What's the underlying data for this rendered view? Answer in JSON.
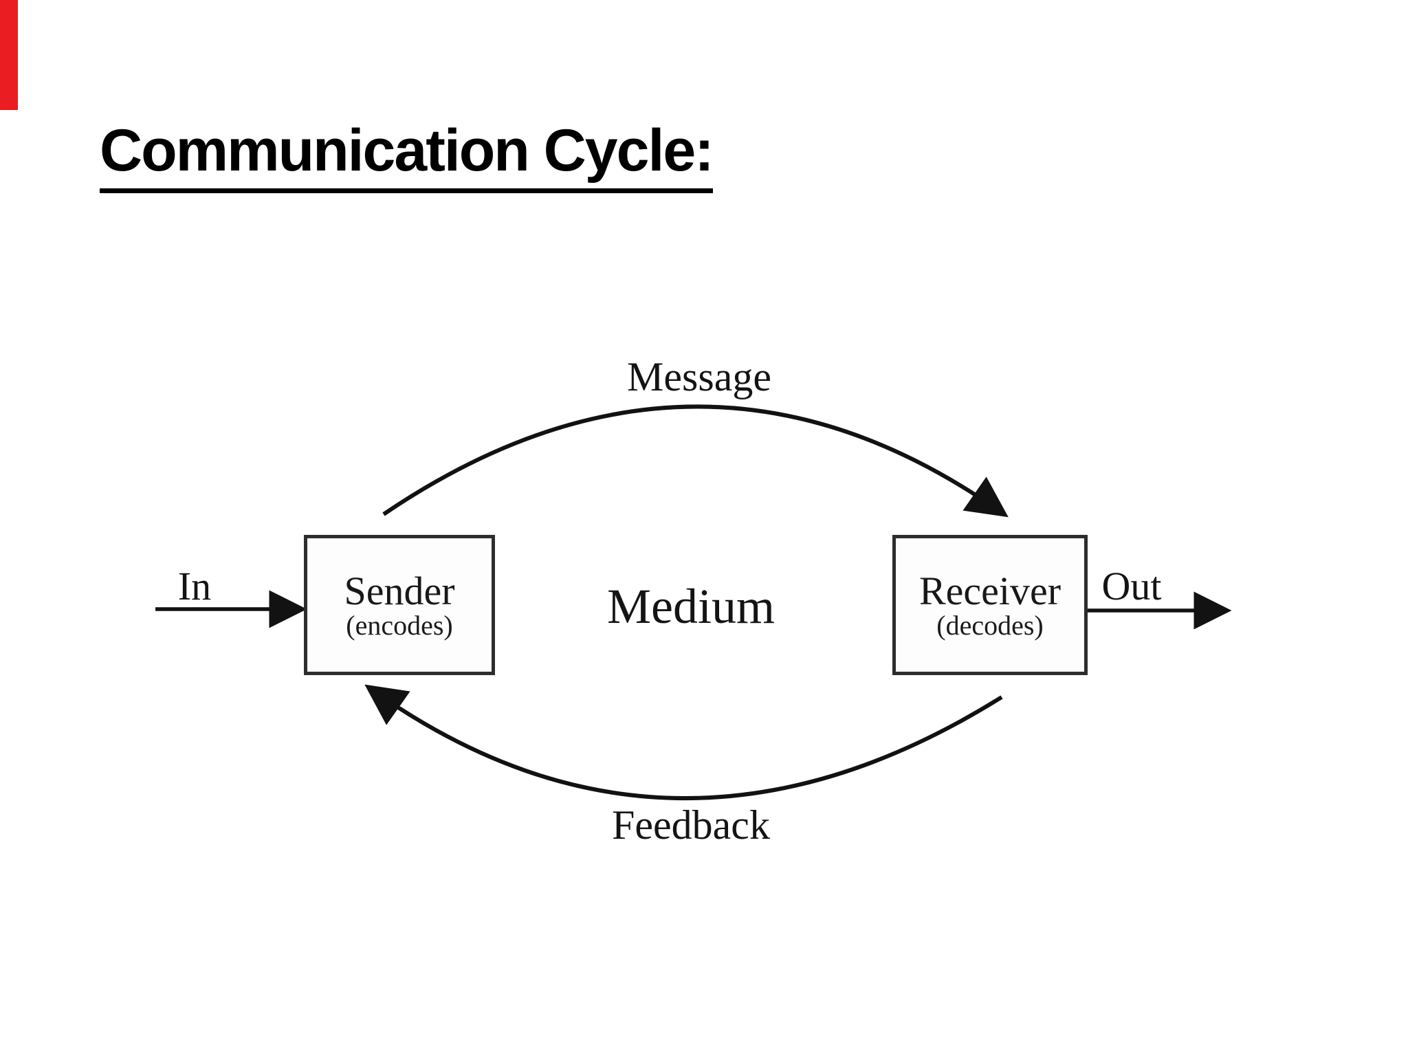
{
  "slide": {
    "title": "Communication Cycle:",
    "accent_bar_color": "#ea1d22",
    "ink_color": "#151515",
    "background_color": "#ffffff"
  },
  "diagram": {
    "nodes": {
      "sender": {
        "label": "Sender",
        "sublabel": "(encodes)"
      },
      "receiver": {
        "label": "Receiver",
        "sublabel": "(decodes)"
      }
    },
    "labels": {
      "medium": "Medium",
      "message": "Message",
      "feedback": "Feedback",
      "input": "In",
      "output": "Out"
    },
    "arrows": [
      {
        "name": "in-arrow",
        "from": "outside-left",
        "to": "sender"
      },
      {
        "name": "message-arrow",
        "from": "sender",
        "to": "receiver"
      },
      {
        "name": "out-arrow",
        "from": "receiver",
        "to": "outside-right"
      },
      {
        "name": "feedback-arrow",
        "from": "receiver",
        "to": "sender"
      }
    ]
  }
}
